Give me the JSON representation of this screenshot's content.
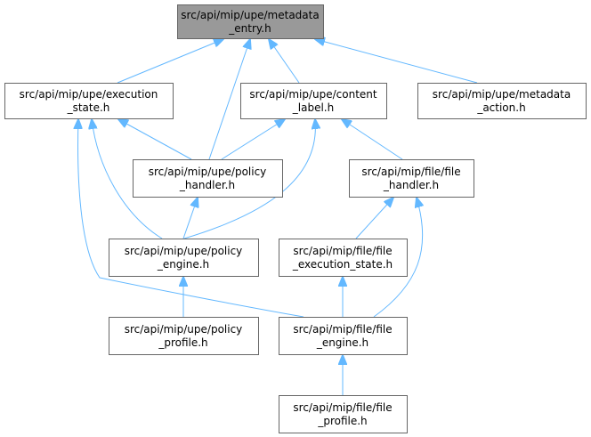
{
  "colors": {
    "edge": "#63b8ff",
    "node_fill": "#ffffff",
    "root_fill": "#999999",
    "node_border": "#666666"
  },
  "nodes": [
    {
      "id": "metadata_entry",
      "lines": [
        "src/api/mip/upe/metadata",
        "_entry.h"
      ],
      "highlighted": true
    },
    {
      "id": "execution_state",
      "lines": [
        "src/api/mip/upe/execution",
        "_state.h"
      ],
      "highlighted": false
    },
    {
      "id": "content_label",
      "lines": [
        "src/api/mip/upe/content",
        "_label.h"
      ],
      "highlighted": false
    },
    {
      "id": "metadata_action",
      "lines": [
        "src/api/mip/upe/metadata",
        "_action.h"
      ],
      "highlighted": false
    },
    {
      "id": "policy_handler",
      "lines": [
        "src/api/mip/upe/policy",
        "_handler.h"
      ],
      "highlighted": false
    },
    {
      "id": "file_handler",
      "lines": [
        "src/api/mip/file/file",
        "_handler.h"
      ],
      "highlighted": false
    },
    {
      "id": "policy_engine",
      "lines": [
        "src/api/mip/upe/policy",
        "_engine.h"
      ],
      "highlighted": false
    },
    {
      "id": "file_execution_state",
      "lines": [
        "src/api/mip/file/file",
        "_execution_state.h"
      ],
      "highlighted": false
    },
    {
      "id": "policy_profile",
      "lines": [
        "src/api/mip/upe/policy",
        "_profile.h"
      ],
      "highlighted": false
    },
    {
      "id": "file_engine",
      "lines": [
        "src/api/mip/file/file",
        "_engine.h"
      ],
      "highlighted": false
    },
    {
      "id": "file_profile",
      "lines": [
        "src/api/mip/file/file",
        "_profile.h"
      ],
      "highlighted": false
    }
  ],
  "edges": [
    {
      "from": "execution_state",
      "to": "metadata_entry"
    },
    {
      "from": "policy_handler",
      "to": "metadata_entry"
    },
    {
      "from": "content_label",
      "to": "metadata_entry"
    },
    {
      "from": "metadata_action",
      "to": "metadata_entry"
    },
    {
      "from": "policy_handler",
      "to": "execution_state"
    },
    {
      "from": "policy_engine",
      "to": "execution_state"
    },
    {
      "from": "file_engine",
      "to": "execution_state"
    },
    {
      "from": "policy_handler",
      "to": "content_label"
    },
    {
      "from": "policy_engine",
      "to": "content_label"
    },
    {
      "from": "file_handler",
      "to": "content_label"
    },
    {
      "from": "policy_engine",
      "to": "policy_handler"
    },
    {
      "from": "file_execution_state",
      "to": "file_handler"
    },
    {
      "from": "file_engine",
      "to": "file_handler"
    },
    {
      "from": "policy_profile",
      "to": "policy_engine"
    },
    {
      "from": "file_engine",
      "to": "file_execution_state"
    },
    {
      "from": "file_profile",
      "to": "file_engine"
    }
  ]
}
